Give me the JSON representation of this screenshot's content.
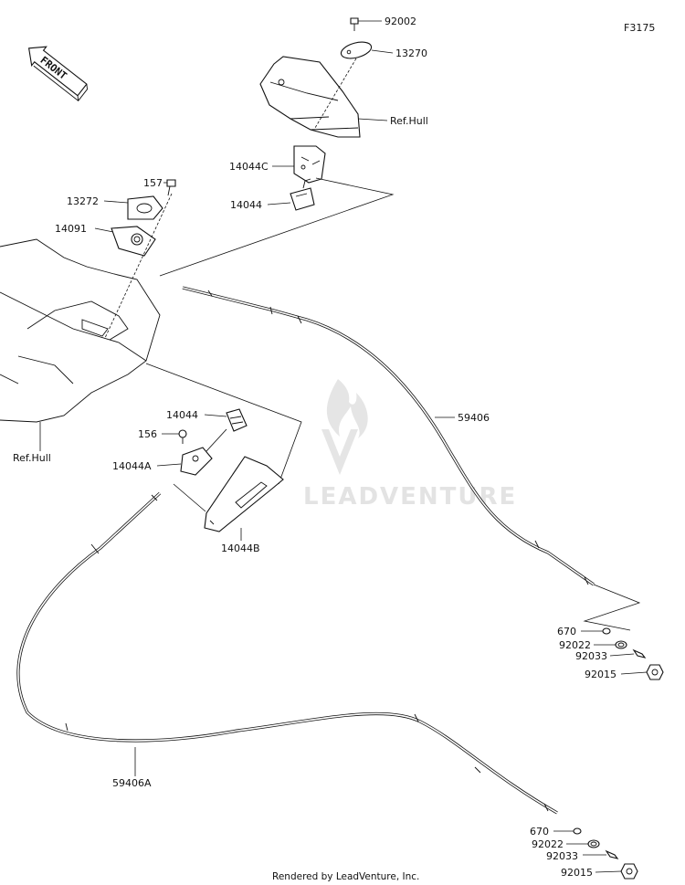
{
  "figure_code": "F3175",
  "front_label": "FRONT",
  "footer": "Rendered by LeadVenture, Inc.",
  "watermark": "LEADVENTURE",
  "labels": {
    "p92002": "92002",
    "p13270": "13270",
    "ref_hull_top": "Ref.Hull",
    "p14044c": "14044C",
    "p14044_top": "14044",
    "p157": "157",
    "p13272": "13272",
    "p14091": "14091",
    "ref_hull_left": "Ref.Hull",
    "p14044_mid": "14044",
    "p156": "156",
    "p14044a": "14044A",
    "p14044b": "14044B",
    "p59406": "59406",
    "p59406a": "59406A",
    "p670_a": "670",
    "p92022_a": "92022",
    "p92033_a": "92033",
    "p92015_a": "92015",
    "p670_b": "670",
    "p92022_b": "92022",
    "p92033_b": "92033",
    "p92015_b": "92015"
  }
}
